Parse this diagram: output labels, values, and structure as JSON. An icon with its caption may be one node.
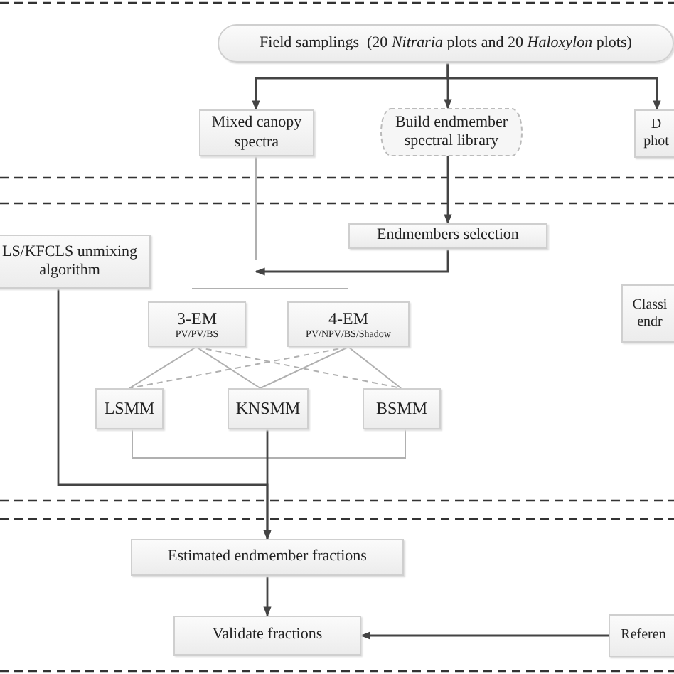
{
  "diagram": {
    "nodes": [
      {
        "text": [
          "Field samplings  (20 *Nitraria* plots and 20 *Haloxylon* plots)"
        ]
      },
      {
        "text": [
          "Mixed canopy spectra"
        ]
      },
      {
        "text": [
          "Build endmember spectral library"
        ]
      },
      {
        "text": [
          "D phot"
        ]
      },
      {
        "text": [
          "Endmembers selection"
        ]
      },
      {
        "text": [
          "LS/KFCLS unmixing algorithm"
        ]
      },
      {
        "text": [
          "3-EM",
          "PV/PV/BS"
        ]
      },
      {
        "text": [
          "4-EM",
          "PV/NPV/BS/Shadow"
        ]
      },
      {
        "text": [
          "Classi endr"
        ]
      },
      {
        "text": [
          "LSMM"
        ]
      },
      {
        "text": [
          "KNSMM"
        ]
      },
      {
        "text": [
          "BSMM"
        ]
      },
      {
        "text": [
          "Estimated endmember fractions"
        ]
      },
      {
        "text": [
          "Validate fractions"
        ]
      },
      {
        "text": [
          "Referen"
        ]
      }
    ],
    "edges": [
      {
        "from": 0,
        "to": 1,
        "arrow": "to"
      },
      {
        "from": 0,
        "to": 2,
        "arrow": "to"
      },
      {
        "from": 0,
        "to": 3,
        "arrow": "to"
      },
      {
        "from": 2,
        "to": 4,
        "arrow": "to"
      },
      {
        "from": 1,
        "to": null,
        "arrow": "none",
        "color": "#b0b0b0"
      },
      {
        "from": 4,
        "to": 6,
        "arrow": "to"
      },
      {
        "from": 6,
        "to": 9,
        "arrow": "none",
        "color": "#b0b0b0"
      },
      {
        "from": 6,
        "to": 10,
        "arrow": "none",
        "color": "#b0b0b0"
      },
      {
        "from": 6,
        "to": 11,
        "arrow": "none",
        "style": "dashed",
        "color": "#b0b0b0"
      },
      {
        "from": 7,
        "to": 9,
        "arrow": "none",
        "style": "dashed",
        "color": "#b0b0b0"
      },
      {
        "from": 7,
        "to": 10,
        "arrow": "none",
        "color": "#b0b0b0"
      },
      {
        "from": 7,
        "to": 11,
        "arrow": "none",
        "color": "#b0b0b0"
      },
      {
        "from": 9,
        "to": 11,
        "arrow": "none",
        "color": "#b0b0b0"
      },
      {
        "from": 10,
        "to": 12,
        "arrow": "to"
      },
      {
        "from": 5,
        "to": 12,
        "arrow": "to"
      },
      {
        "from": 12,
        "to": 13,
        "arrow": "to"
      },
      {
        "from": 14,
        "to": 13,
        "arrow": "to"
      }
    ]
  }
}
